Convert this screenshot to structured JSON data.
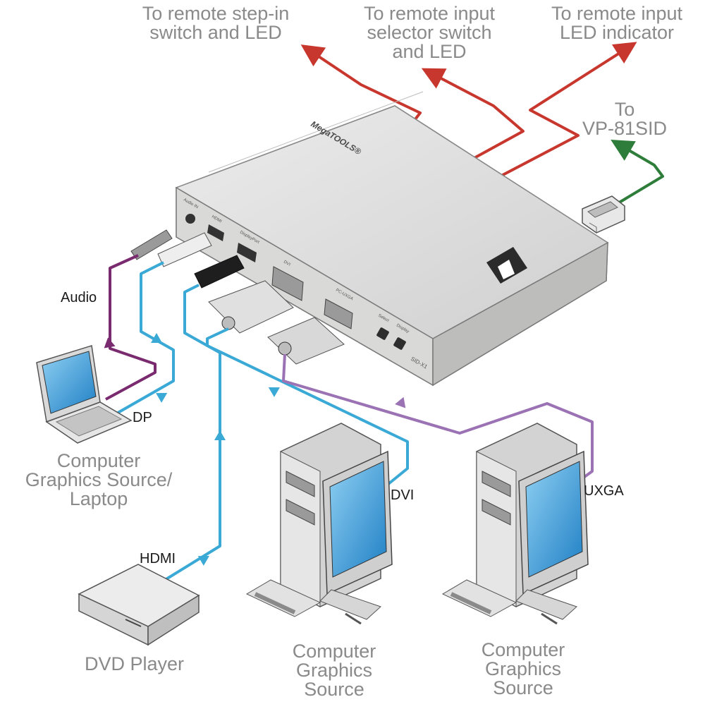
{
  "destinations": {
    "step_in": [
      "To remote step-in",
      "switch and LED"
    ],
    "input_selector": [
      "To remote input",
      "selector switch",
      "and LED"
    ],
    "led_indicator": [
      "To remote input",
      "LED indicator"
    ],
    "vp81sid": [
      "To",
      "VP-81SID"
    ]
  },
  "device": {
    "brand_logo": "MegaTOOLS®",
    "model_label": "SID-X1",
    "ports": {
      "audio": "Audio IN",
      "hdmi": "HDMI",
      "displayport": "DisplayPort",
      "dvi": "DVI",
      "pc_uxga": "PC-UXGA",
      "select": "Select",
      "display": "Display"
    }
  },
  "cables": {
    "audio": "Audio",
    "dp": "DP",
    "hdmi": "HDMI",
    "dvi": "DVI",
    "uxga": "UXGA"
  },
  "sources": {
    "laptop": [
      "Computer",
      "Graphics Source/",
      "Laptop"
    ],
    "dvd": "DVD Player",
    "pc_dvi": [
      "Computer",
      "Graphics",
      "Source"
    ],
    "pc_uxga": [
      "Computer",
      "Graphics",
      "Source"
    ]
  },
  "colors": {
    "remote_cable": "#c8372d",
    "vp_cable": "#2e7d3a",
    "audio_cable": "#7a2a6e",
    "video_cable": "#3aa9d6",
    "uxga_cable": "#9b72b4",
    "device_body": "#d5d5d3"
  }
}
